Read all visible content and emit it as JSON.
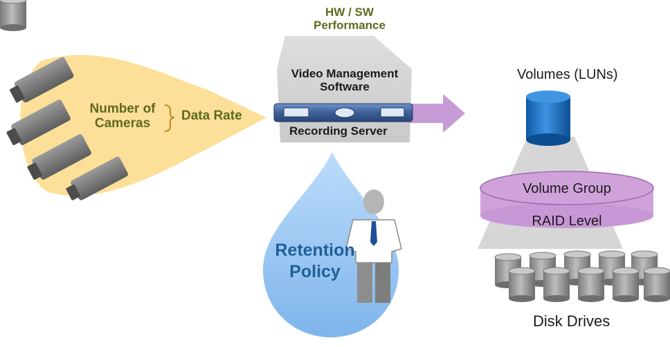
{
  "labels": {
    "hw_sw_line1": "HW / SW",
    "hw_sw_line2": "Performance",
    "vms_line1": "Video Management",
    "vms_line2": "Software",
    "recording_server": "Recording Server",
    "number_of_line1": "Number of",
    "number_of_line2": "Cameras",
    "data_rate": "Data Rate",
    "retention_line1": "Retention",
    "retention_line2": "Policy",
    "volumes": "Volumes (LUNs)",
    "volume_group": "Volume Group",
    "raid_level": "RAID Level",
    "disk_drives": "Disk Drives"
  },
  "colors": {
    "camera_funnel": "#fcdf98",
    "camera_body": "#7d7d7d",
    "server_beam": "#d3d3d3",
    "server_body": "#4a6fa8",
    "arrow": "#c69bd6",
    "retention_drop": "#8dc0f0",
    "volume_cylinder": "#1f73c4",
    "volume_group": "#cfa2da",
    "disk": "#9a9a9a",
    "olive_text": "#5e6a1c",
    "policy_text": "#1f5f9a"
  }
}
